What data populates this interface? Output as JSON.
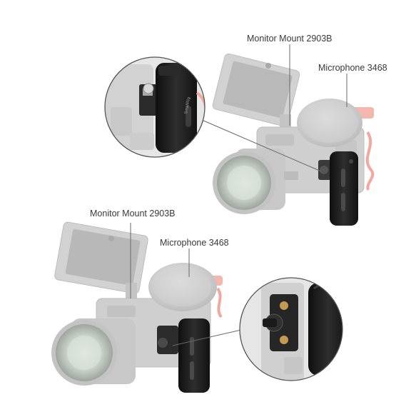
{
  "scene_top": {
    "label_monitor": "Monitor Mount 2903B",
    "label_microphone": "Microphone 3468",
    "grip_brand_text": "SmallRig"
  },
  "scene_bottom": {
    "label_monitor": "Monitor Mount 2903B",
    "label_microphone": "Microphone 3468"
  },
  "colors": {
    "camera_gray": "#c9c9c9",
    "grip_black": "#1c1c1c",
    "cable_red": "#f0a8a0",
    "fur_gray": "#d6d6d6"
  }
}
